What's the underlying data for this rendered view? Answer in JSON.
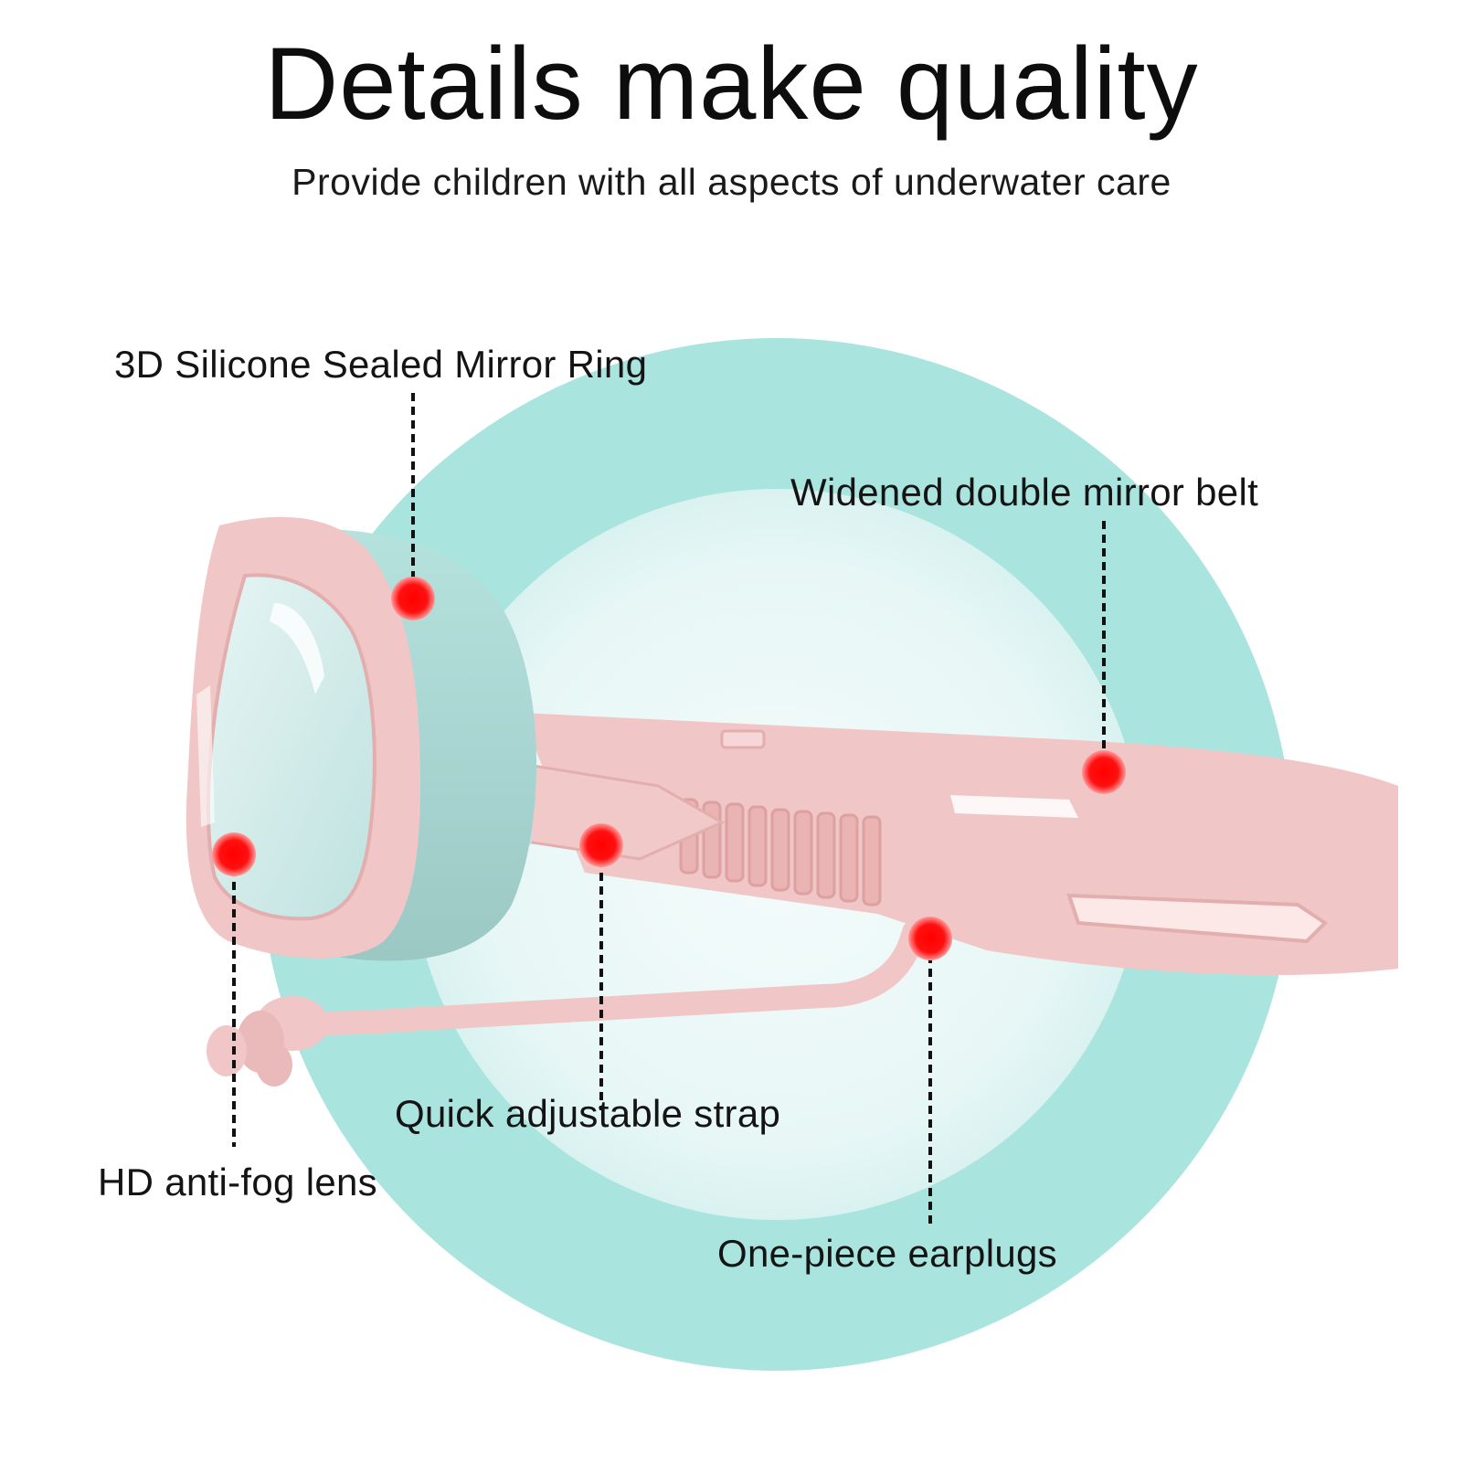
{
  "header": {
    "title": "Details make quality",
    "subtitle": "Provide children with all aspects of underwater care"
  },
  "callouts": {
    "mirror_ring": "3D Silicone Sealed Mirror Ring",
    "mirror_belt": "Widened double mirror belt",
    "adjustable_strap": "Quick adjustable strap",
    "antifog_lens": "HD anti-fog lens",
    "earplugs": "One-piece earplugs"
  },
  "colors": {
    "ring": "#a9e4df",
    "ring_inner": "#e6f7f6",
    "goggle_pink": "#f0c6c6",
    "goggle_pink_dark": "#e3aeae",
    "seal_teal": "#a8d6d2",
    "marker_red": "#ff0000",
    "leader": "#111111"
  }
}
